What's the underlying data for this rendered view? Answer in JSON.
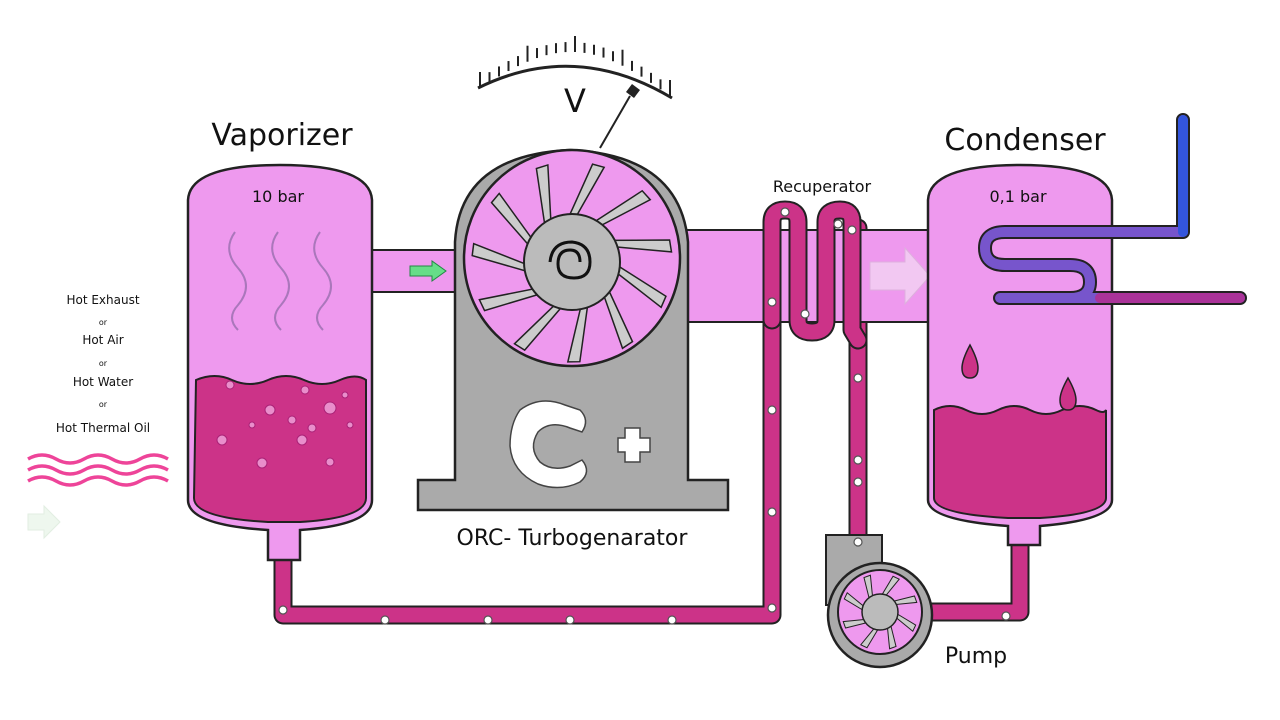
{
  "labels": {
    "vaporizer": "Vaporizer",
    "condenser": "Condenser",
    "recuperator": "Recuperator",
    "turbogenerator": "ORC- Turbogenarator",
    "pump": "Pump",
    "vaporizer_pressure": "10 bar",
    "condenser_pressure": "0,1 bar",
    "voltmeter_symbol": "V"
  },
  "heat_sources": {
    "items": [
      "Hot Exhaust",
      "Hot Air",
      "Hot Water",
      "Hot Thermal Oil"
    ],
    "separator": "or"
  },
  "colors": {
    "fluid_pink": "#ee99ee",
    "liquid_magenta": "#cc3388",
    "pipe_magenta": "#cc3388",
    "turbine_gray": "#aaaaaa",
    "cooling_blue": "#3355dd",
    "cooling_purple": "#aa3399",
    "heat_wave": "#ee4499",
    "flow_arrow_green": "#55dd88"
  }
}
